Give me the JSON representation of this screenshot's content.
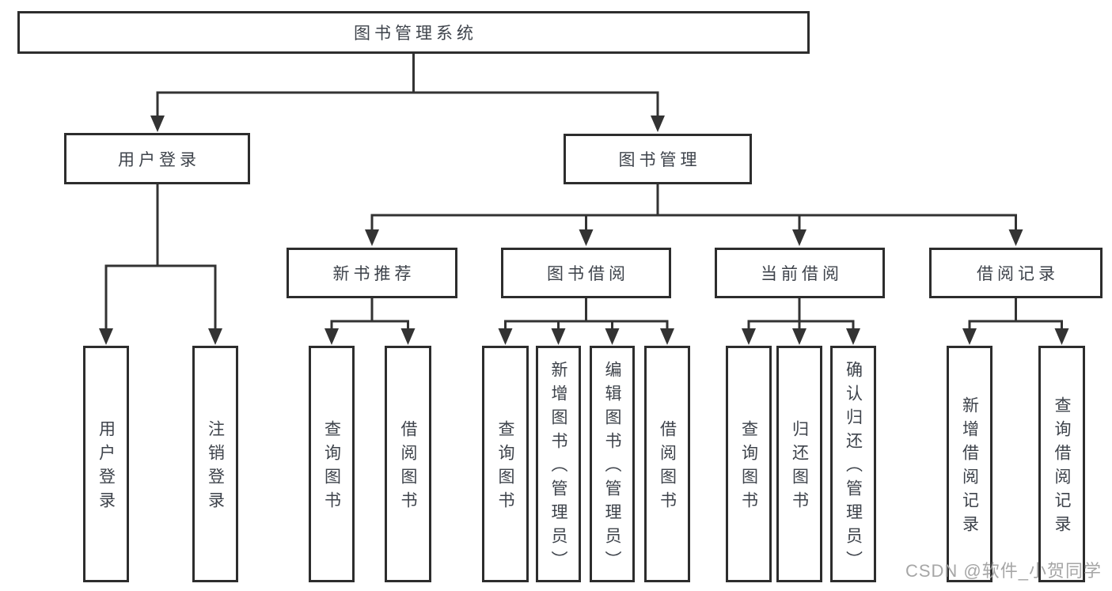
{
  "diagram": {
    "title": "图书管理系统",
    "root": {
      "label": "图书管理系统"
    },
    "branches": [
      {
        "label": "用户登录",
        "children_labels": [
          "用户登录",
          "注销登录"
        ]
      },
      {
        "label": "图书管理"
      }
    ],
    "modules": [
      {
        "label": "新书推荐",
        "children_labels": [
          "查询图书",
          "借阅图书"
        ]
      },
      {
        "label": "图书借阅",
        "children_labels": [
          "查询图书",
          "新增图书（管理员）",
          "编辑图书（管理员）",
          "借阅图书"
        ]
      },
      {
        "label": "当前借阅",
        "children_labels": [
          "查询图书",
          "归还图书",
          "确认归还（管理员）"
        ]
      },
      {
        "label": "借阅记录",
        "children_labels": [
          "新增借阅记录",
          "查询借阅记录"
        ]
      }
    ],
    "line_color": "#333333",
    "border_color": "#2d2d2d",
    "text_color": "#3e434b"
  },
  "watermark": {
    "text": "CSDN @软件_小贺同学"
  }
}
